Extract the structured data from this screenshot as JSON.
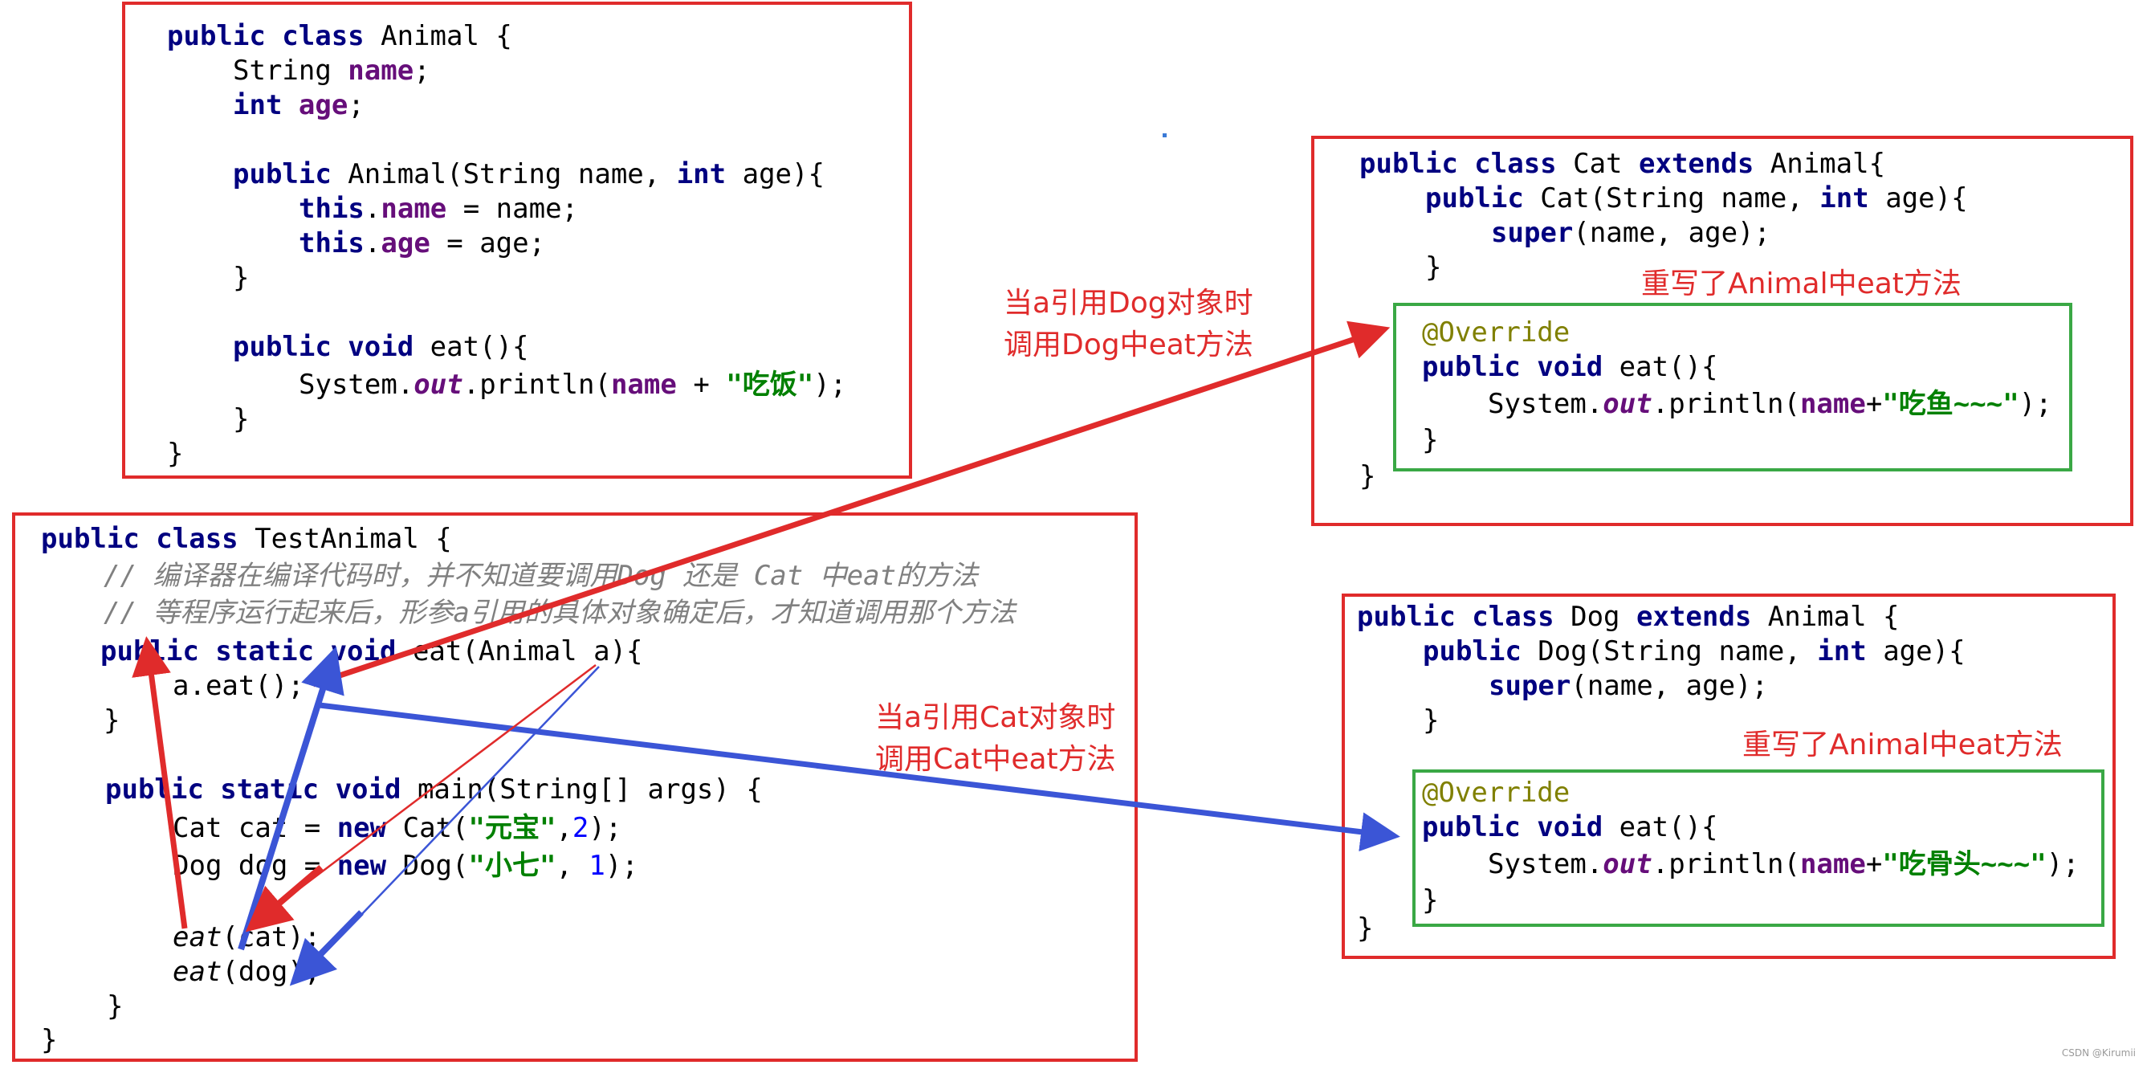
{
  "animal_class": {
    "l1_kw": "public class",
    "l1_rest": " Animal {",
    "l2_type": "String ",
    "l2_field": "name",
    "l2_end": ";",
    "l3_kw": "int",
    "l3_sp": " ",
    "l3_field": "age",
    "l3_end": ";",
    "l5_kw": "public",
    "l5_mid": " Animal(String name, ",
    "l5_kw2": "int",
    "l5_end": " age){",
    "l6_kw": "this",
    "l6_dot": ".",
    "l6_field": "name",
    "l6_end": " = name;",
    "l7_kw": "this",
    "l7_dot": ".",
    "l7_field": "age",
    "l7_end": " = age;",
    "l8": "}",
    "l10_kw": "public void",
    "l10_end": " eat(){",
    "l11_a": "System.",
    "l11_out": "out",
    "l11_b": ".println(",
    "l11_field": "name",
    "l11_c": " + ",
    "l11_str": "\"吃饭\"",
    "l11_d": ");",
    "l12": "}",
    "l13": "}"
  },
  "cat_class": {
    "l1_kw": "public class",
    "l1_mid": " Cat ",
    "l1_kw2": "extends",
    "l1_end": " Animal{",
    "l2_kw": "public",
    "l2_mid": " Cat(String name, ",
    "l2_kw2": "int",
    "l2_end": " age){",
    "l3_kw": "super",
    "l3_end": "(name, age);",
    "l4": "}",
    "l5_ann": "@Override",
    "l6_kw": "public void",
    "l6_end": " eat(){",
    "l7_a": "System.",
    "l7_out": "out",
    "l7_b": ".println(",
    "l7_field": "name",
    "l7_c": "+",
    "l7_str": "\"吃鱼~~~\"",
    "l7_d": ");",
    "l8": "}",
    "l9": "}"
  },
  "dog_class": {
    "l1_kw": "public class",
    "l1_mid": " Dog ",
    "l1_kw2": "extends",
    "l1_end": " Animal {",
    "l2_kw": "public",
    "l2_mid": " Dog(String name, ",
    "l2_kw2": "int",
    "l2_end": " age){",
    "l3_kw": "super",
    "l3_end": "(name, age);",
    "l4": "}",
    "l6_ann": "@Override",
    "l7_kw": "public void",
    "l7_end": " eat(){",
    "l8_a": "System.",
    "l8_out": "out",
    "l8_b": ".println(",
    "l8_field": "name",
    "l8_c": "+",
    "l8_str": "\"吃骨头~~~\"",
    "l8_d": ");",
    "l9": "}",
    "l10": "}"
  },
  "test_class": {
    "l1_kw": "public class",
    "l1_end": " TestAnimal {",
    "c1": "// 编译器在编译代码时，并不知道要调用Dog 还是 Cat 中eat的方法",
    "c2": "// 等程序运行起来后，形参a引用的具体对象确定后，才知道调用那个方法",
    "l4_kw": "public static void",
    "l4_end": " eat(Animal a){",
    "l5": "a.eat();",
    "l6": "}",
    "l8_kw": "public static void",
    "l8_end": " main(String[] args) {",
    "l9_a": "Cat cat = ",
    "l9_kw": "new",
    "l9_b": " Cat(",
    "l9_str": "\"元宝\"",
    "l9_c": ",",
    "l9_num": "2",
    "l9_d": ");",
    "l10_a": "Dog dog = ",
    "l10_kw": "new",
    "l10_b": " Dog(",
    "l10_str": "\"小七\"",
    "l10_c": ", ",
    "l10_num": "1",
    "l10_d": ");",
    "l12_m": "eat",
    "l12_end": "(cat);",
    "l13_m": "eat",
    "l13_end": "(dog);",
    "l14": "}",
    "l15": "}"
  },
  "labels": {
    "dog_call_1": "当a引用Dog对象时",
    "dog_call_2": "调用Dog中eat方法",
    "cat_call_1": "当a引用Cat对象时",
    "cat_call_2": "调用Cat中eat方法",
    "cat_override": "重写了Animal中eat方法",
    "dog_override": "重写了Animal中eat方法"
  },
  "watermark": "CSDN @Kirumii",
  "colors": {
    "red": "#e02b2b",
    "blue": "#3b55d6",
    "green": "#3aa845"
  }
}
